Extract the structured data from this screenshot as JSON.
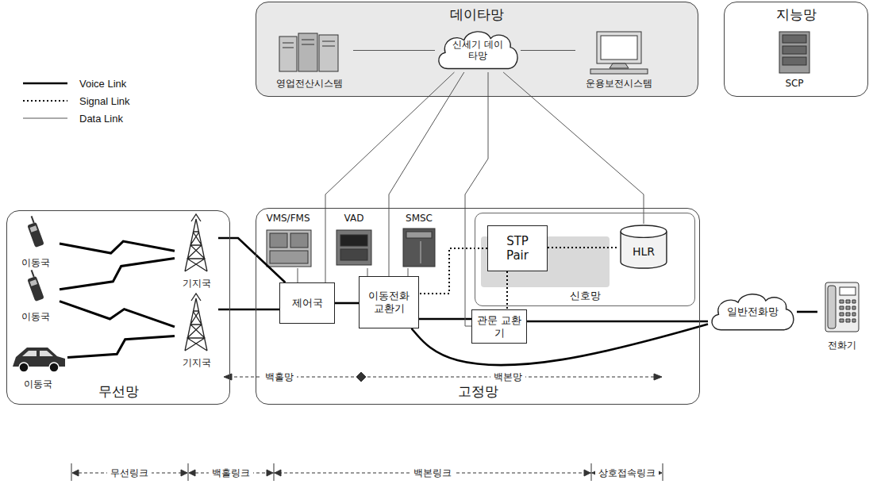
{
  "diagram": {
    "nodes": [
      {
        "text": [
          "데이타망"
        ]
      },
      {
        "text": [
          "영업전산시스템"
        ],
        "in": 0
      },
      {
        "text": [
          "신세기 데이타망"
        ],
        "in": 0
      },
      {
        "text": [
          "운용보전시스템"
        ],
        "in": 0
      },
      {
        "text": [
          "지능망"
        ]
      },
      {
        "text": [
          "SCP"
        ],
        "in": 4
      },
      {
        "text": [
          "무선망"
        ]
      },
      {
        "text": [
          "이동국"
        ],
        "in": 6
      },
      {
        "text": [
          "이동국"
        ],
        "in": 6
      },
      {
        "text": [
          "이동국"
        ],
        "in": 6
      },
      {
        "text": [
          "기지국"
        ],
        "in": 6
      },
      {
        "text": [
          "기지국"
        ],
        "in": 6
      },
      {
        "text": [
          "고정망"
        ]
      },
      {
        "text": [
          "VMS/FMS"
        ],
        "in": 12
      },
      {
        "text": [
          "VAD"
        ],
        "in": 12
      },
      {
        "text": [
          "SMSC"
        ],
        "in": 12
      },
      {
        "text": [
          "신호망"
        ],
        "in": 12
      },
      {
        "text": [
          "STP Pair"
        ],
        "in": 16
      },
      {
        "text": [
          "HLR"
        ],
        "in": 16
      },
      {
        "text": [
          "제어국"
        ],
        "in": 12
      },
      {
        "text": [
          "이동전화 교환기"
        ],
        "in": 12
      },
      {
        "text": [
          "관문 교환기"
        ],
        "in": 12
      },
      {
        "text": [
          "일반전화망"
        ]
      },
      {
        "text": [
          "전화기"
        ]
      }
    ],
    "edges": [
      {
        "from": 7,
        "to": 10,
        "arrow": "none"
      },
      {
        "from": 8,
        "to": 10,
        "arrow": "none"
      },
      {
        "from": 8,
        "to": 11,
        "arrow": "none"
      },
      {
        "from": 9,
        "to": 11,
        "arrow": "none"
      },
      {
        "from": 10,
        "to": 19,
        "arrow": "none"
      },
      {
        "from": 11,
        "to": 19,
        "arrow": "none"
      },
      {
        "from": 19,
        "to": 20,
        "arrow": "none"
      },
      {
        "from": 20,
        "to": 21,
        "arrow": "none"
      },
      {
        "from": 21,
        "to": 22,
        "arrow": "none"
      },
      {
        "from": 20,
        "to": 22,
        "arrow": "none"
      },
      {
        "from": 22,
        "to": 23,
        "arrow": "none"
      },
      {
        "from": 17,
        "to": 18,
        "arrow": "none"
      },
      {
        "from": 17,
        "to": 20,
        "arrow": "none"
      },
      {
        "from": 17,
        "to": 21,
        "arrow": "none"
      },
      {
        "from": 1,
        "to": 2,
        "arrow": "none"
      },
      {
        "from": 2,
        "to": 3,
        "arrow": "none"
      },
      {
        "from": 2,
        "to": 19,
        "arrow": "none"
      },
      {
        "from": 2,
        "to": 20,
        "arrow": "none"
      },
      {
        "from": 2,
        "to": 21,
        "arrow": "none"
      },
      {
        "from": 2,
        "to": 18,
        "arrow": "none"
      },
      {
        "from": 13,
        "to": 19,
        "arrow": "none"
      },
      {
        "from": 14,
        "to": 20,
        "arrow": "none"
      },
      {
        "from": 15,
        "to": 20,
        "arrow": "none"
      }
    ],
    "labels": [
      "백홀망",
      "백본망",
      "무선링크",
      "백홀링크",
      "백본링크",
      "상호접속링크"
    ],
    "legend": [
      {
        "text": "Voice Link"
      },
      {
        "text": "Signal Link"
      },
      {
        "text": "Data Link"
      }
    ]
  }
}
